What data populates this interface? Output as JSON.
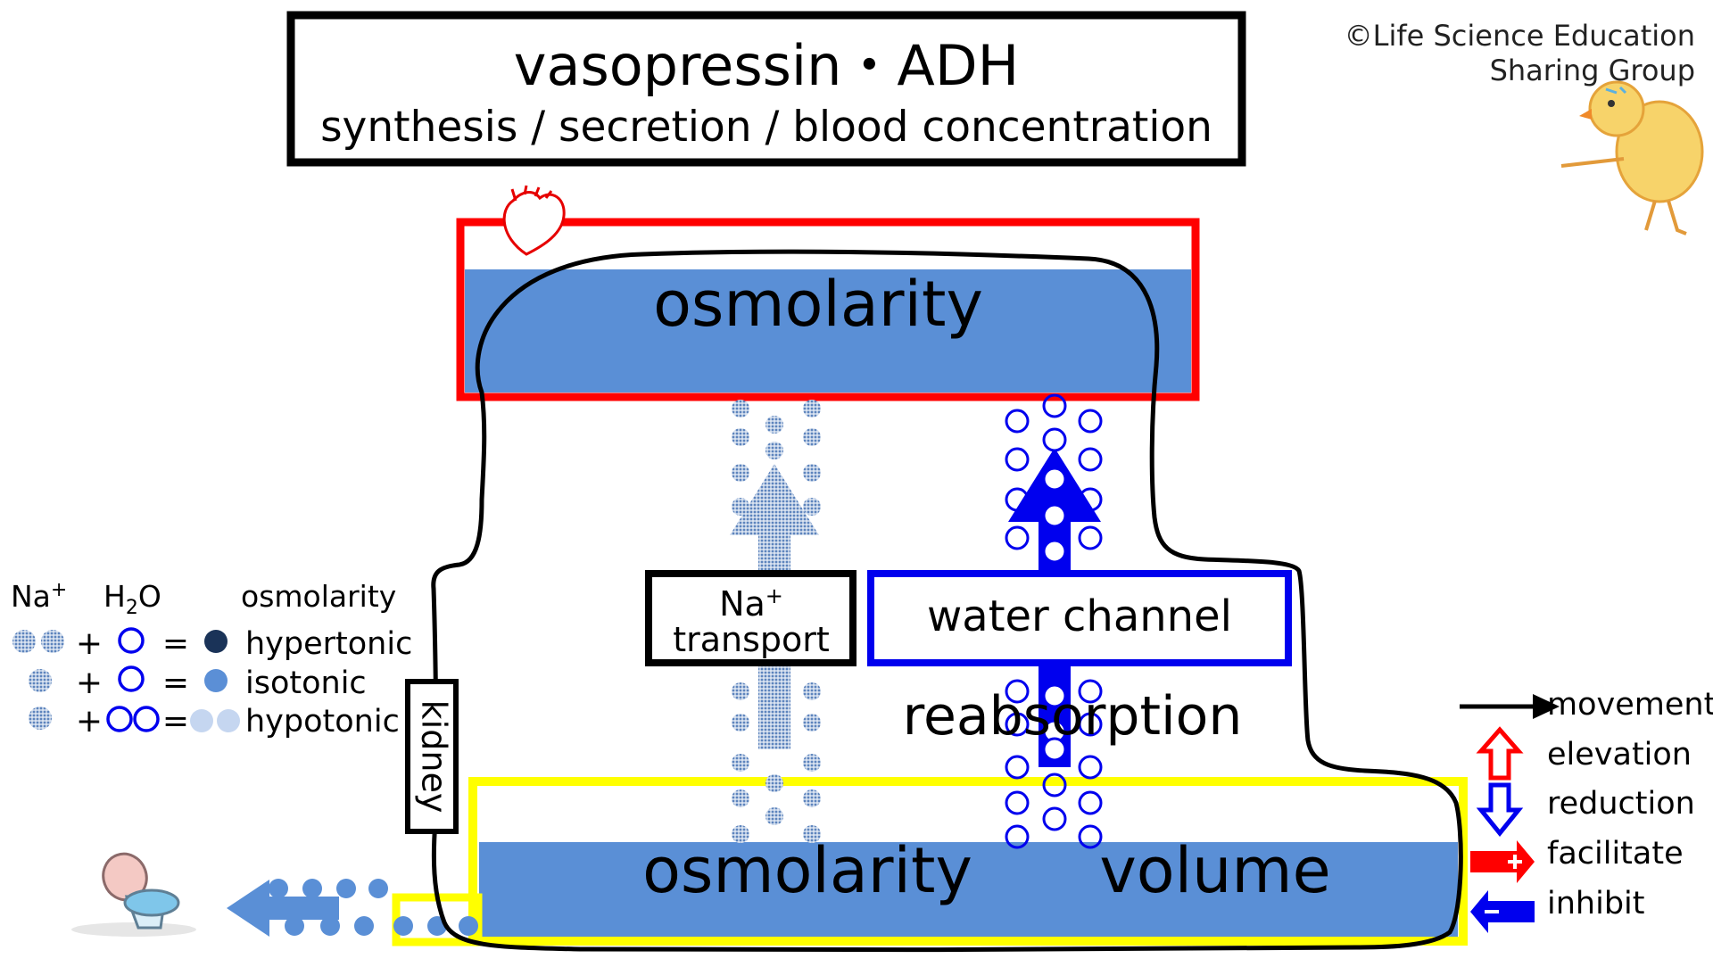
{
  "title": {
    "main": "vasopressin・ADH",
    "sub": "synthesis / secretion / blood concentration"
  },
  "copyright": {
    "line1": "©Life Science Education",
    "line2": "Sharing Group"
  },
  "diagram": {
    "blood_label": "osmolarity",
    "urine_osmolarity_label": "osmolarity",
    "urine_volume_label": "volume",
    "reabsorption_label": "reabsorption",
    "na_transport": {
      "line1_base": "Na",
      "line1_sup": "+",
      "line2": "transport"
    },
    "water_channel_label": "water channel",
    "kidney_label": "kidney"
  },
  "legend_left": {
    "header_na": {
      "base": "Na",
      "sup": "+"
    },
    "header_h2o": {
      "pre": "H",
      "sub": "2",
      "post": "O"
    },
    "header_osm": "osmolarity",
    "plus": "+",
    "equals": "=",
    "rows": [
      {
        "label": "hypertonic"
      },
      {
        "label": "isotonic"
      },
      {
        "label": "hypotonic"
      }
    ]
  },
  "legend_right": {
    "items": [
      {
        "label": "movement",
        "icon": "black-arrow-right-icon"
      },
      {
        "label": "elevation",
        "icon": "red-hollow-up-arrow-icon"
      },
      {
        "label": "reduction",
        "icon": "blue-hollow-down-arrow-icon"
      },
      {
        "label": "facilitate",
        "icon": "red-plus-arrow-icon"
      },
      {
        "label": "inhibit",
        "icon": "blue-minus-arrow-icon"
      }
    ]
  },
  "colors": {
    "fluid_blue": "#5a8fd6",
    "red_frame": "#ff0000",
    "yellow_frame": "#ffff00",
    "channel_blue": "#0000ee",
    "hypertonic_dot": "#1a3358",
    "isotonic_dot": "#5b8fd6",
    "hypotonic_dot": "#c5d6f0",
    "na_dot": "#8aa6cc"
  }
}
